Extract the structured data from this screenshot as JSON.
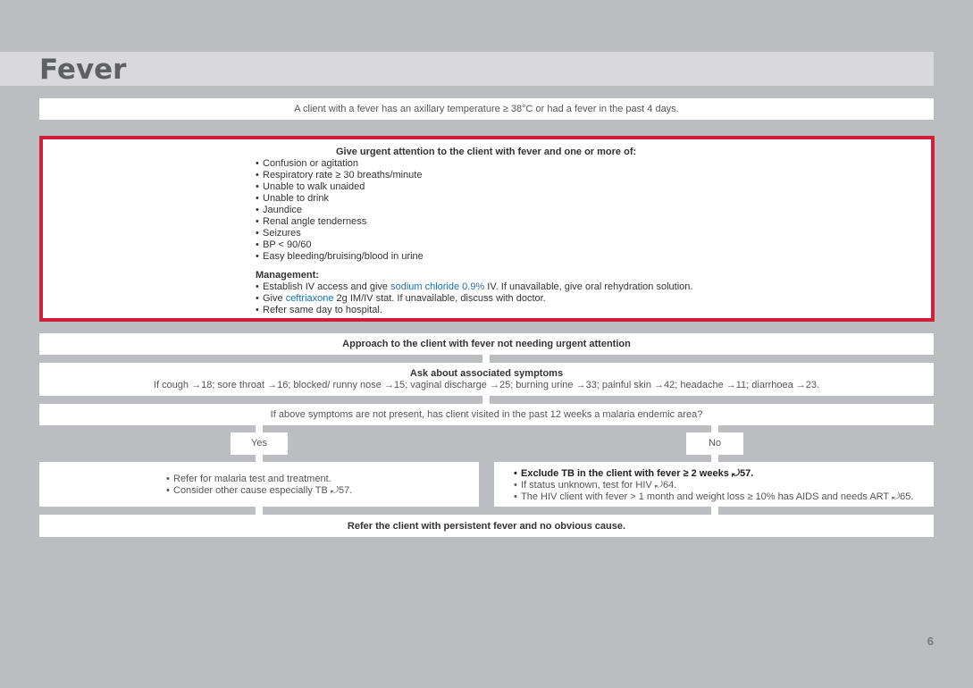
{
  "page": {
    "title": "Fever",
    "page_number": "6"
  },
  "definition": "A client with a fever has an axillary temperature ≥ 38°C or had a fever in the past 4 days.",
  "urgent": {
    "heading": "Give urgent attention to the client with fever and one or more of:",
    "signs": [
      "Confusion or agitation",
      "Respiratory rate ≥ 30 breaths/minute",
      "Unable to walk unaided",
      "Unable to drink",
      "Jaundice",
      "Renal angle tenderness",
      "Seizures",
      "BP < 90/60",
      "Easy bleeding/bruising/blood in urine"
    ],
    "management_heading": "Management:",
    "management": {
      "item1_pre": "Establish IV access and give ",
      "item1_drug": "sodium chloride 0.9%",
      "item1_post": " IV. If unavailable, give oral rehydration solution.",
      "item2_pre": "Give ",
      "item2_drug": "ceftriaxone",
      "item2_post": " 2g IM/IV stat. If unavailable, discuss with doctor.",
      "item3": "Refer same day to hospital."
    },
    "border_color": "#d01f3c",
    "drug_color": "#1f6fb2"
  },
  "approach": "Approach to the client with fever not needing urgent attention",
  "symptoms": {
    "heading": "Ask about associated symptoms",
    "line": "If cough →18; sore throat →16; blocked/ runny nose →15; vaginal discharge →25; burning urine →33; painful skin →42; headache →11; diarrhoea →23."
  },
  "malaria_question": "If above symptoms are not present, has client visited in the past 12 weeks a malaria endemic area?",
  "yes_label": "Yes",
  "no_label": "No",
  "yes_box": {
    "item1": "Refer for malaria test and treatment.",
    "item2": "Consider other cause especially TB ⤾57."
  },
  "no_box": {
    "item1": "Exclude TB in the client with fever ≥ 2 weeks ⤾57.",
    "item2": "If status unknown, test for HIV ⤾64.",
    "item3": "The HIV client with fever > 1 month and weight loss ≥ 10% has AIDS and needs ART ⤾65."
  },
  "final": "Refer the client with persistent fever and no obvious cause."
}
